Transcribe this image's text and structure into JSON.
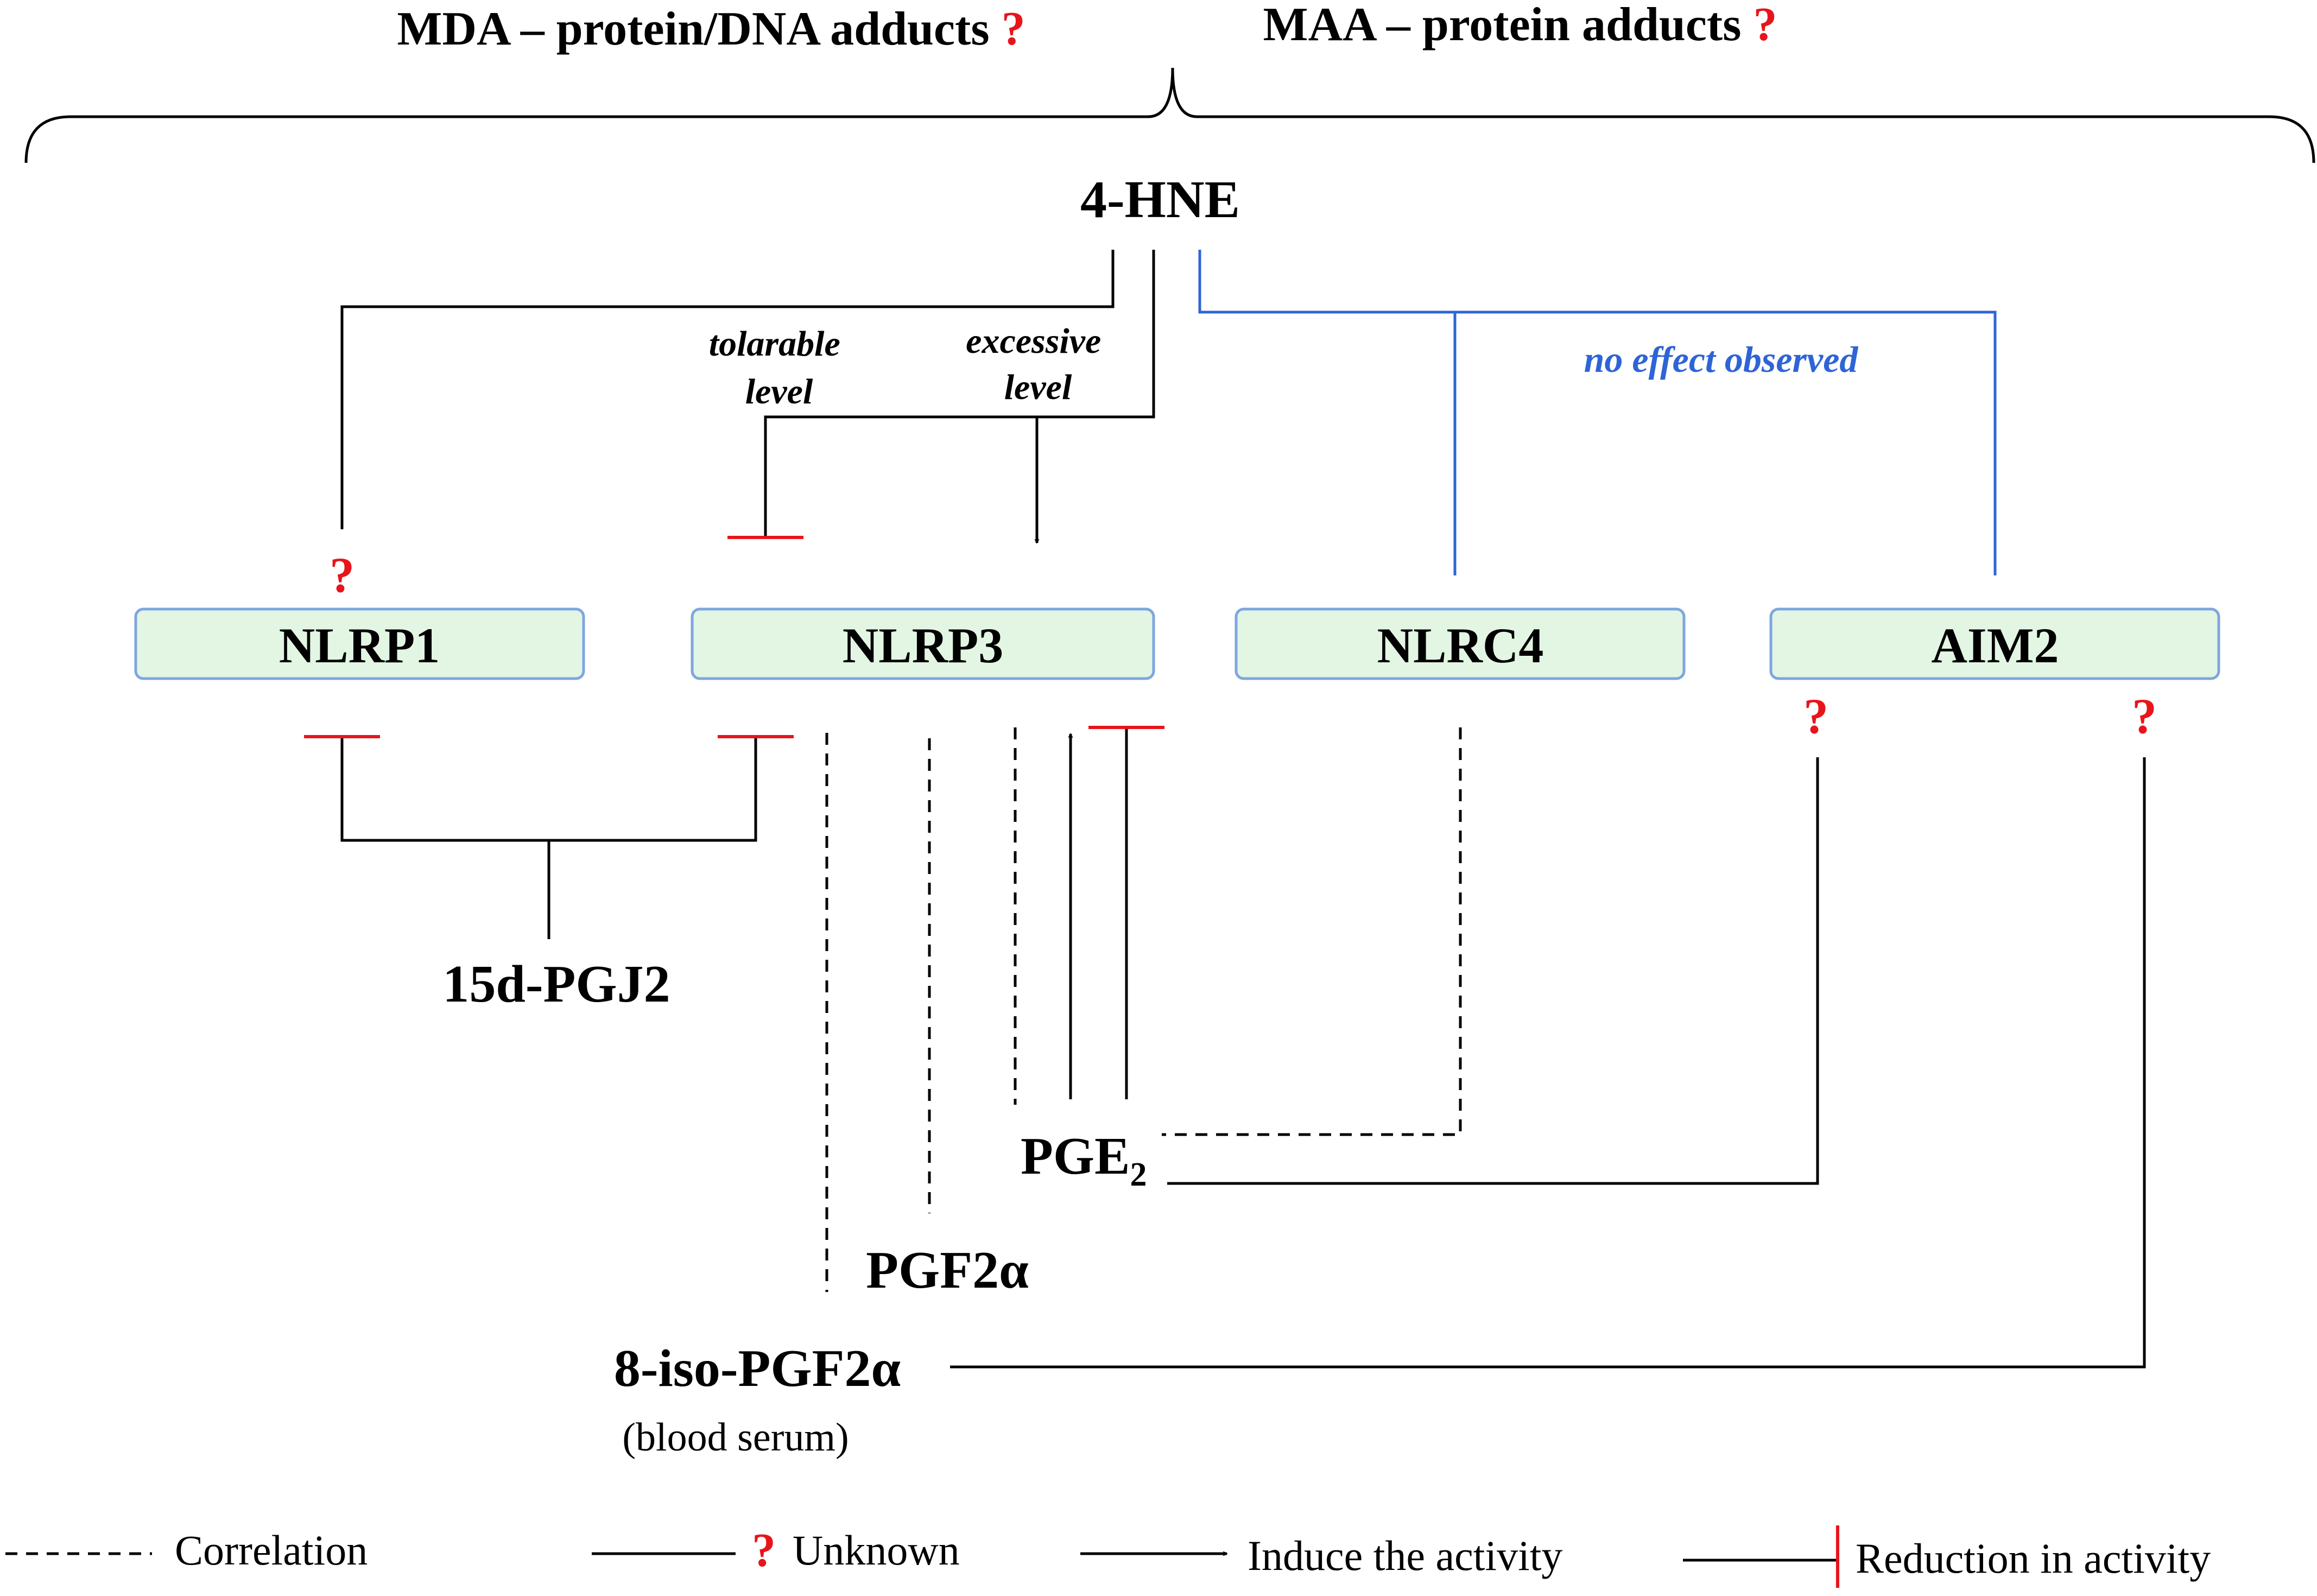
{
  "header": {
    "left": "MDA – protein/DNA adducts",
    "right": "MAA – protein adducts",
    "unknown_mark": "?"
  },
  "source_node": "4-HNE",
  "levels": {
    "tolerable_line1": "tolarable",
    "tolerable_line2": "level",
    "excessive_line1": "excessive",
    "excessive_line2": "level"
  },
  "no_effect": "no effect observed",
  "inflammasomes": [
    "NLRP1",
    "NLRP3",
    "NLRC4",
    "AIM2"
  ],
  "mediators": {
    "pgj2": "15d-PGJ2",
    "pge2_base": "PGE",
    "pge2_sub": "2",
    "pgf2a": "PGF2α",
    "iso": "8-iso-PGF2α",
    "iso_note": "(blood serum)"
  },
  "legend": {
    "correlation": "Correlation",
    "unknown": "Unknown",
    "induce": "Induce the activity",
    "reduction": "Reduction in activity"
  },
  "colors": {
    "box_fill": "#e3f5e3",
    "box_border": "#7ea6df",
    "inhibit_red": "#e8141c",
    "blue_line": "#2e64d6",
    "question_red": "#e8141c"
  }
}
